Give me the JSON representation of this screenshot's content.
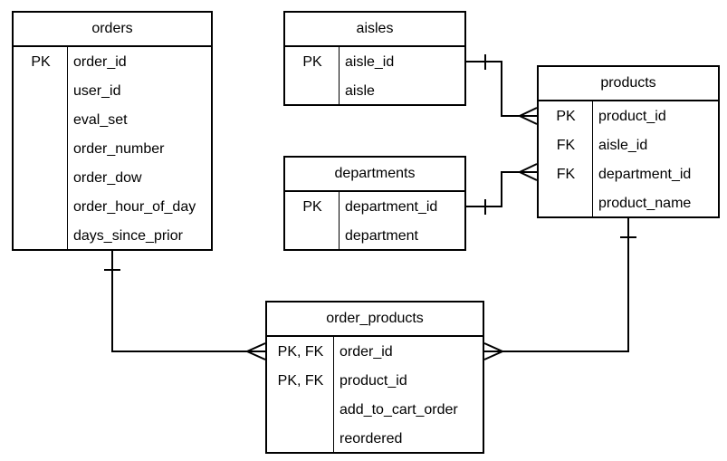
{
  "tables": {
    "orders": {
      "name": "orders",
      "rows": [
        {
          "key": "PK",
          "column": "order_id"
        },
        {
          "key": "",
          "column": "user_id"
        },
        {
          "key": "",
          "column": "eval_set"
        },
        {
          "key": "",
          "column": "order_number"
        },
        {
          "key": "",
          "column": "order_dow"
        },
        {
          "key": "",
          "column": "order_hour_of_day"
        },
        {
          "key": "",
          "column": "days_since_prior"
        }
      ]
    },
    "aisles": {
      "name": "aisles",
      "rows": [
        {
          "key": "PK",
          "column": "aisle_id"
        },
        {
          "key": "",
          "column": "aisle"
        }
      ]
    },
    "departments": {
      "name": "departments",
      "rows": [
        {
          "key": "PK",
          "column": "department_id"
        },
        {
          "key": "",
          "column": "department"
        }
      ]
    },
    "products": {
      "name": "products",
      "rows": [
        {
          "key": "PK",
          "column": "product_id"
        },
        {
          "key": "FK",
          "column": "aisle_id"
        },
        {
          "key": "FK",
          "column": "department_id"
        },
        {
          "key": "",
          "column": "product_name"
        }
      ]
    },
    "order_products": {
      "name": "order_products",
      "rows": [
        {
          "key": "PK, FK",
          "column": "order_id"
        },
        {
          "key": "PK, FK",
          "column": "product_id"
        },
        {
          "key": "",
          "column": "add_to_cart_order"
        },
        {
          "key": "",
          "column": "reordered"
        }
      ]
    }
  },
  "relationships": [
    {
      "from": "aisles.aisle_id",
      "to": "products.aisle_id",
      "from_card": "one",
      "to_card": "many"
    },
    {
      "from": "departments.department_id",
      "to": "products.department_id",
      "from_card": "one",
      "to_card": "many"
    },
    {
      "from": "orders.order_id",
      "to": "order_products.order_id",
      "from_card": "one",
      "to_card": "many"
    },
    {
      "from": "products.product_id",
      "to": "order_products.product_id",
      "from_card": "one",
      "to_card": "many"
    }
  ]
}
